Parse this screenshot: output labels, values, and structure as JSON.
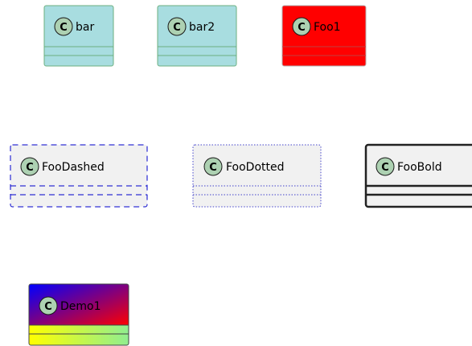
{
  "diagram": {
    "classes": [
      {
        "id": "bar",
        "name": "bar",
        "stereotype_letter": "C",
        "style": "plain",
        "fill": "#A8DDE0",
        "border": "#6BAF7F",
        "name_color": "#000000"
      },
      {
        "id": "bar2",
        "name": "bar2",
        "stereotype_letter": "C",
        "style": "plain",
        "fill": "#A8DDE0",
        "border": "#6BAF7F",
        "name_color": "#000000"
      },
      {
        "id": "foo1",
        "name": "Foo1",
        "stereotype_letter": "C",
        "style": "plain",
        "fill": "#FF0000",
        "border": "#B0B0B0",
        "name_color": "#000000"
      },
      {
        "id": "foodashed",
        "name": "FooDashed",
        "stereotype_letter": "C",
        "style": "dashed",
        "fill": "#F1F1F1",
        "border": "#0000CC",
        "name_color": "#000000"
      },
      {
        "id": "foodotted",
        "name": "FooDotted",
        "stereotype_letter": "C",
        "style": "dotted",
        "fill": "#F1F1F1",
        "border": "#4444CC",
        "name_color": "#000000"
      },
      {
        "id": "foobold",
        "name": "FooBold",
        "stereotype_letter": "C",
        "style": "bold",
        "fill": "#F1F1F1",
        "border": "#222222",
        "name_color": "#000000"
      },
      {
        "id": "demo1",
        "name": "Demo1",
        "stereotype_letter": "C",
        "style": "gradient",
        "fill": "gradient",
        "border": "#444444",
        "name_color": "#000000"
      }
    ],
    "colors": {
      "circle_fill": "#ADD1B2",
      "circle_border": "#A80036",
      "demo_header_gradient": [
        "#0000FF",
        "#FF0000"
      ],
      "demo_body_gradient": [
        "#FFFF00",
        "#90EE90"
      ]
    }
  }
}
